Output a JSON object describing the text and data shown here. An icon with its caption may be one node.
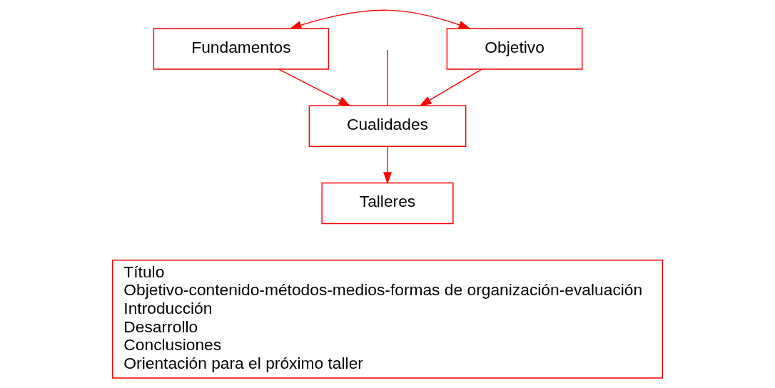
{
  "diagram": {
    "nodes": [
      {
        "text": [
          "Fundamentos"
        ]
      },
      {
        "text": [
          "Objetivo"
        ]
      },
      {
        "text": [
          "Cualidades"
        ]
      },
      {
        "text": [
          "Talleres"
        ]
      },
      {
        "text": [
          "Título",
          "Objetivo-contenido-métodos-medios-formas de organización-evaluación",
          "Introducción",
          "Desarrollo",
          "Conclusiones",
          "Orientación para el próximo taller"
        ]
      }
    ],
    "edges": [
      {
        "from": 0,
        "to": 2,
        "arrow": "to"
      },
      {
        "from": 1,
        "to": 2,
        "arrow": "to"
      },
      {
        "from": 0,
        "to": 1,
        "arrow": "both"
      },
      {
        "from": null,
        "to": 2,
        "arrow": "none"
      },
      {
        "from": 2,
        "to": 3,
        "arrow": "to"
      }
    ]
  }
}
